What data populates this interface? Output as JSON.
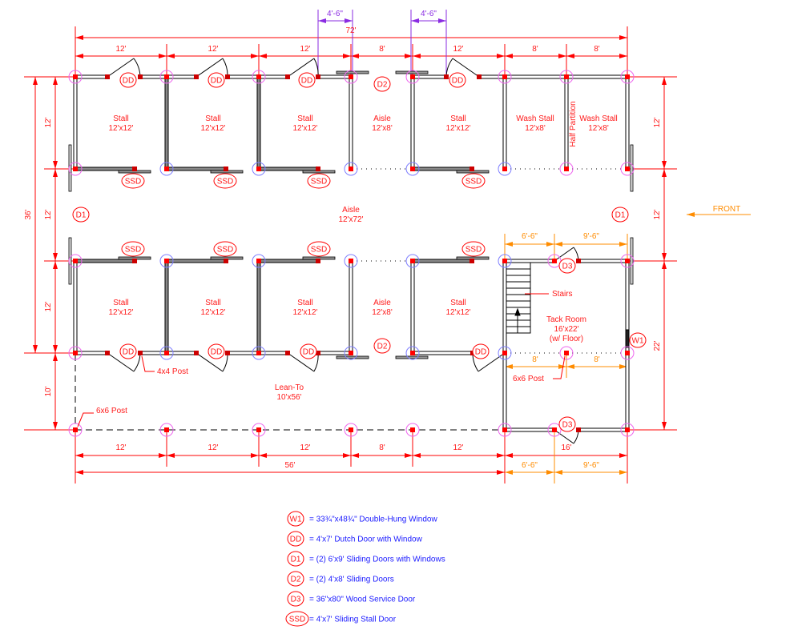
{
  "drawing": {
    "title": "Barn Floor Plan",
    "front_label": "FRONT",
    "colors": {
      "dimension": "#ff0000",
      "sub_dimension": "#ff8c00",
      "door_offset": "#8a2be2",
      "legend_text": "#1a1aff",
      "wall": "#000000",
      "post": "#ff0000",
      "post_ring_blue": "#7f7fff",
      "post_ring_pink": "#ee66ee"
    }
  },
  "dimensions": {
    "overall_length": "72'",
    "top_bays": [
      "12'",
      "12'",
      "12'",
      "8'",
      "12'",
      "8'",
      "8'"
    ],
    "door_offsets": [
      "4'-6\"",
      "4'-6\""
    ],
    "overall_width": "36'",
    "left_rows": [
      "12'",
      "12'",
      "12'",
      "10'"
    ],
    "right_rows": [
      "12'",
      "12'",
      "22'"
    ],
    "bottom_bays": [
      "12'",
      "12'",
      "12'",
      "8'",
      "12'"
    ],
    "lean_to_length": "56'",
    "tack_top": [
      "6'-6\"",
      "9'-6\""
    ],
    "tack_bottom": [
      "6'-6\"",
      "9'-6\""
    ],
    "tack_width": "16'",
    "tack_post_spacing": [
      "8'",
      "8'"
    ]
  },
  "rooms": {
    "top": [
      {
        "name": "Stall",
        "size": "12'x12'"
      },
      {
        "name": "Stall",
        "size": "12'x12'"
      },
      {
        "name": "Stall",
        "size": "12'x12'"
      },
      {
        "name": "Aisle",
        "size": "12'x8'"
      },
      {
        "name": "Stall",
        "size": "12'x12'"
      },
      {
        "name": "Wash Stall",
        "size": "12'x8'"
      },
      {
        "name": "Wash Stall",
        "size": "12'x8'"
      }
    ],
    "center_aisle": {
      "name": "Aisle",
      "size": "12'x72'"
    },
    "bottom": [
      {
        "name": "Stall",
        "size": "12'x12'"
      },
      {
        "name": "Stall",
        "size": "12'x12'"
      },
      {
        "name": "Stall",
        "size": "12'x12'"
      },
      {
        "name": "Aisle",
        "size": "12'x8'"
      },
      {
        "name": "Stall",
        "size": "12'x12'"
      }
    ],
    "tack_room": {
      "name": "Tack Room",
      "size": "16'x22'",
      "note": "(w/ Floor)"
    },
    "lean_to": {
      "name": "Lean-To",
      "size": "10'x56'"
    },
    "half_partition": "Half Partition",
    "stairs": "Stairs"
  },
  "callouts": {
    "post_4x4": "4x4 Post",
    "post_6x6_leanto": "6x6 Post",
    "post_6x6_tack": "6x6 Post"
  },
  "tags": {
    "dd": "DD",
    "ssd": "SSD",
    "d1": "D1",
    "d2": "D2",
    "d3": "D3",
    "w1": "W1"
  },
  "legend": [
    {
      "tag": "W1",
      "text": "= 33¾\"x48¾\" Double-Hung Window"
    },
    {
      "tag": "DD",
      "text": "= 4'x7' Dutch Door with Window"
    },
    {
      "tag": "D1",
      "text": "= (2) 6'x9' Sliding Doors with Windows"
    },
    {
      "tag": "D2",
      "text": "= (2) 4'x8' Sliding Doors"
    },
    {
      "tag": "D3",
      "text": "= 36\"x80\" Wood Service Door"
    },
    {
      "tag": "SSD",
      "text": "= 4'x7' Sliding Stall Door"
    }
  ]
}
